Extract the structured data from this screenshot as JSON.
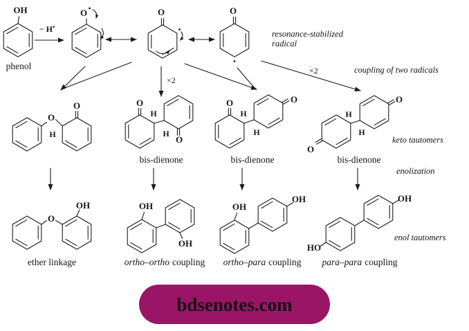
{
  "atoms": {
    "o": "O",
    "oh": "OH",
    "ho": "HO",
    "h": "H",
    "radical_dot": "•"
  },
  "top": {
    "phenol_label": "phenol",
    "minus_h": "− H",
    "radical_dot": "•",
    "resonance_caption_line1": "resonance-stabilized",
    "resonance_caption_line2": "radical",
    "coupling_caption": "coupling of two radicals",
    "times_two": "×2"
  },
  "middle": {
    "bis_dienone_label": "bis-dienone",
    "keto_caption": "keto tautomers",
    "enolization_caption": "enolization"
  },
  "bottom": {
    "ether_label": "ether linkage",
    "ortho_ortho": "ortho–ortho",
    "ortho_para": "ortho–para",
    "para_para": "para–para",
    "coupling_word": "coupling",
    "enol_caption": "enol tautomers"
  },
  "badge": {
    "text": "bdsenotes.com",
    "bg_color": "#9A1565",
    "text_color": "#FFFFFF"
  }
}
